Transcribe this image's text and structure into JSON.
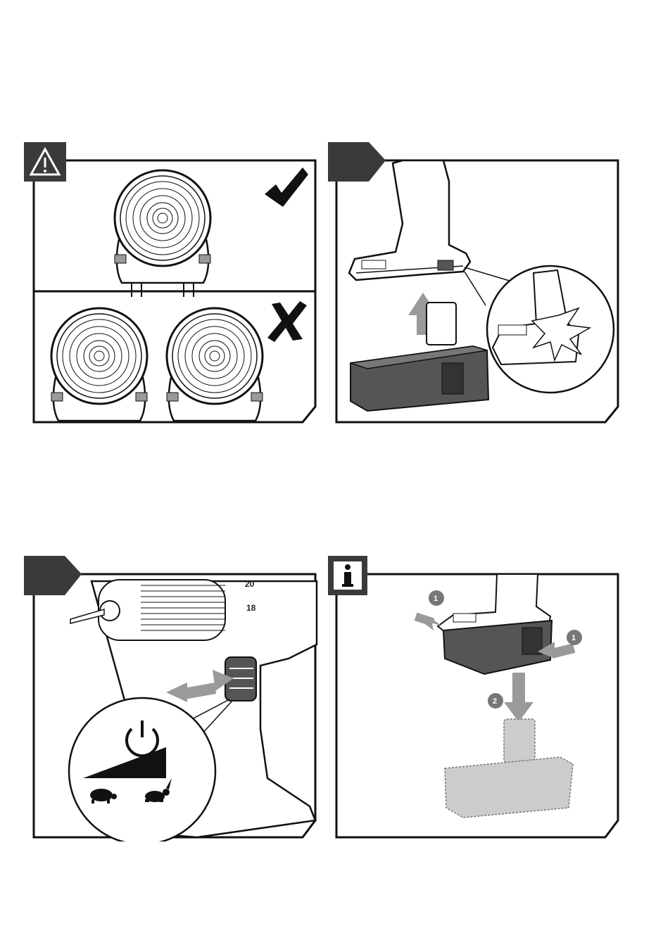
{
  "panels": {
    "top_left": {
      "tag_icon": "warning-icon",
      "correct_mark": "check-icon",
      "wrong_mark": "cross-icon"
    },
    "top_right": {
      "tag": "step-tag",
      "subject": "battery-insertion",
      "detail": "click-callout"
    },
    "bottom_left": {
      "tag": "step-tag",
      "power_icon": "power-icon",
      "speed_slow_icon": "turtle-icon",
      "speed_fast_icon": "rabbit-icon"
    },
    "bottom_right": {
      "tag_icon": "info-icon",
      "step_1": "1",
      "step_1b": "1",
      "step_2": "2"
    }
  },
  "dial_numbers": [
    "20",
    "18"
  ],
  "colors": {
    "frame": "#111111",
    "tag": "#3a3a3a",
    "battery": "#555555",
    "arrow": "#9a9a9a"
  }
}
